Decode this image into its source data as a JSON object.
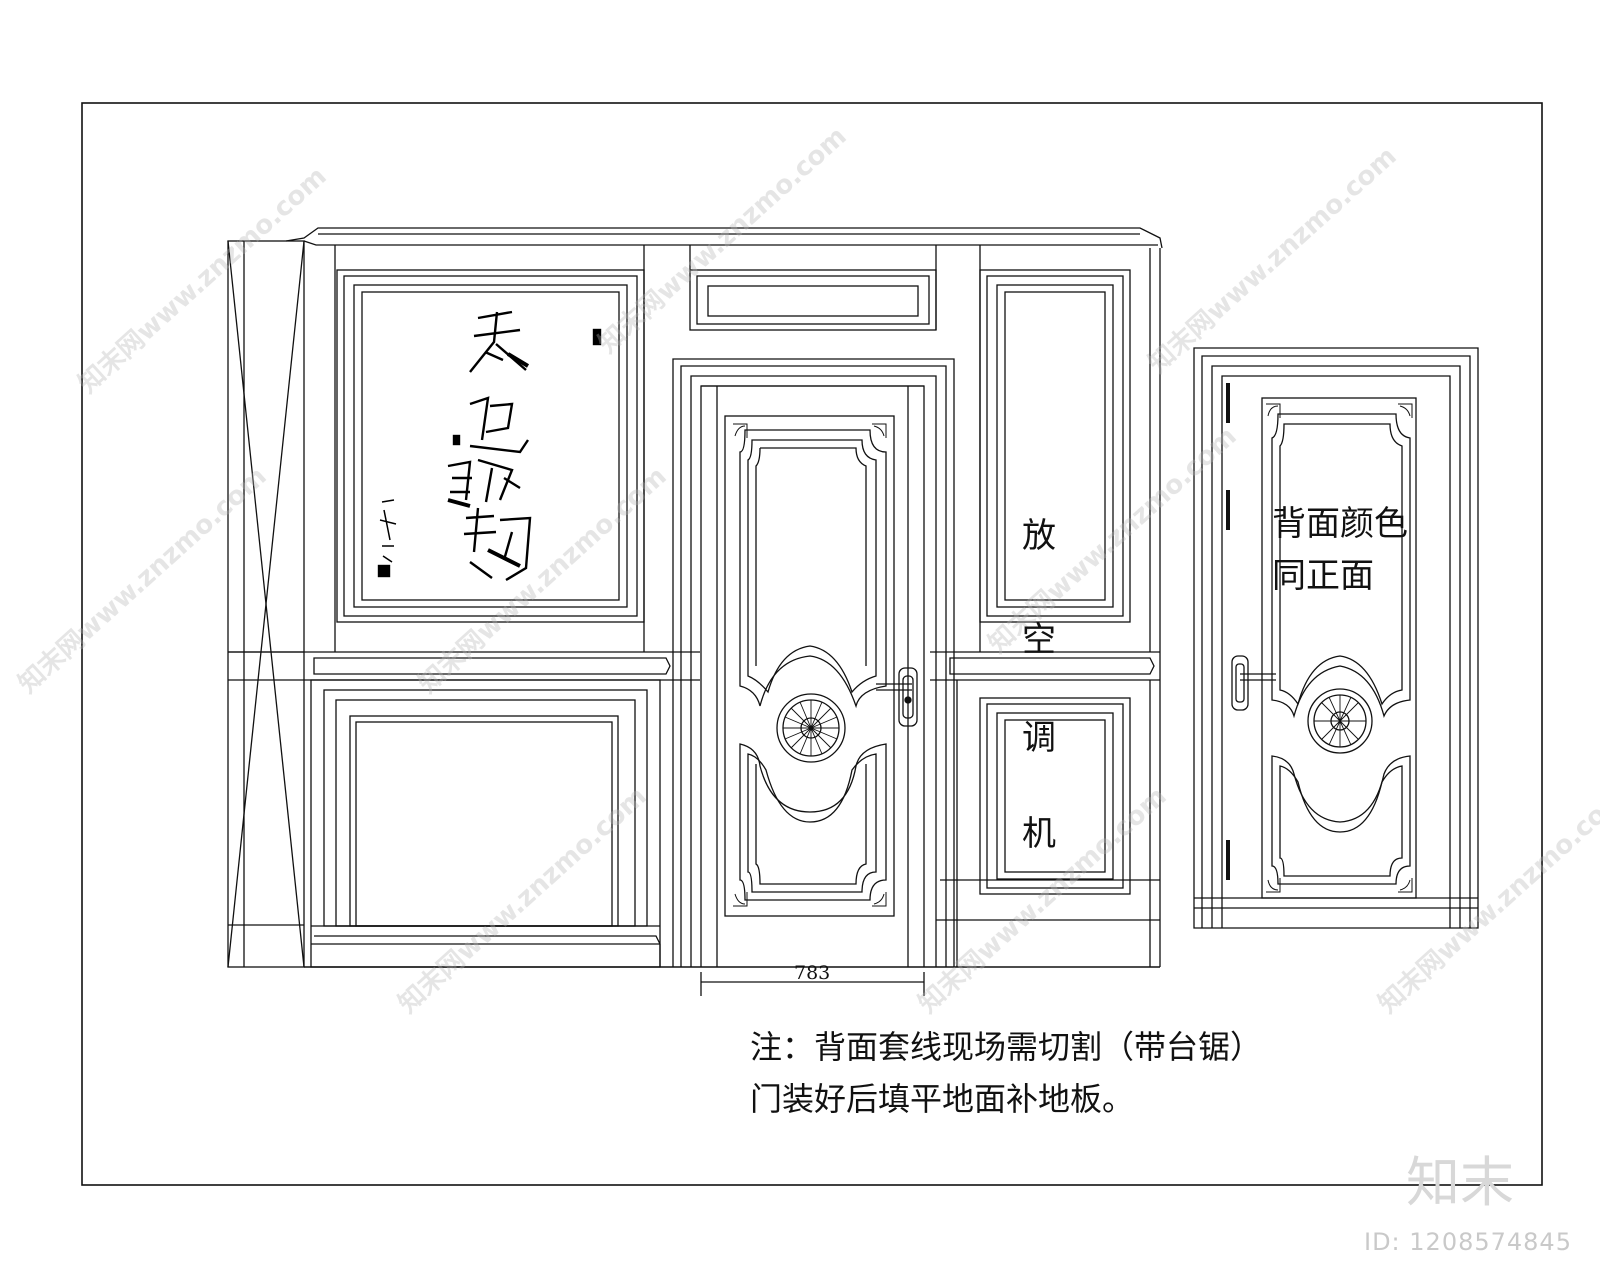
{
  "dimension_label": "783",
  "side_label_chars": [
    "放",
    "空",
    "调",
    "机"
  ],
  "back_door_note_line1": "背面颜色",
  "back_door_note_line2": "同正面",
  "note_line1": "注：背面套线现场需切割（带台锯）",
  "note_line2": "门装好后填平地面补地板。",
  "watermark_text": "知末网www.znzmo.com",
  "brand_logo": "知末",
  "image_id": "ID: 1208574845"
}
